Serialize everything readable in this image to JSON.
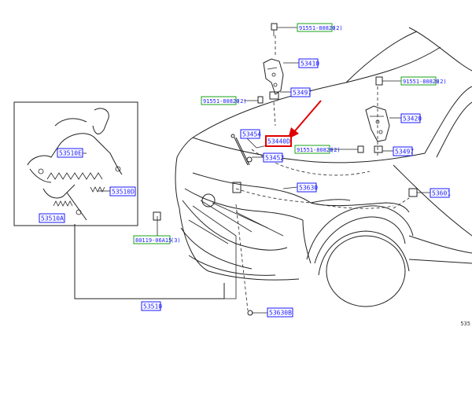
{
  "parts": {
    "p53510E": "53510E",
    "p53510D": "53510D",
    "p53510A": "53510A",
    "p80119": "80119-06A15",
    "p80119_qty": "(3)",
    "p53510": "53510",
    "p91551_top": "91551-80820",
    "p91551_top_qty": "(2)",
    "p53410": "53410",
    "p53497_left": "53497",
    "p91551_left": "91551-80820",
    "p91551_left_qty": "(2)",
    "p53454": "53454",
    "p53440D": "53440D",
    "p53452": "53452",
    "p91551_mid": "91551-80820",
    "p91551_mid_qty": "(2)",
    "p91551_right": "91551-80820",
    "p91551_right_qty": "(2)",
    "p53420": "53420",
    "p53497_right": "53497",
    "p53630": "53630",
    "p53601": "53601",
    "p53630B": "53630B"
  },
  "corner_code": "535",
  "colors": {
    "label_text": "#1a1aff",
    "label_border": "#1a1aff",
    "std_part_border": "#19a319",
    "highlight": "#e00000",
    "line": "#222222"
  }
}
